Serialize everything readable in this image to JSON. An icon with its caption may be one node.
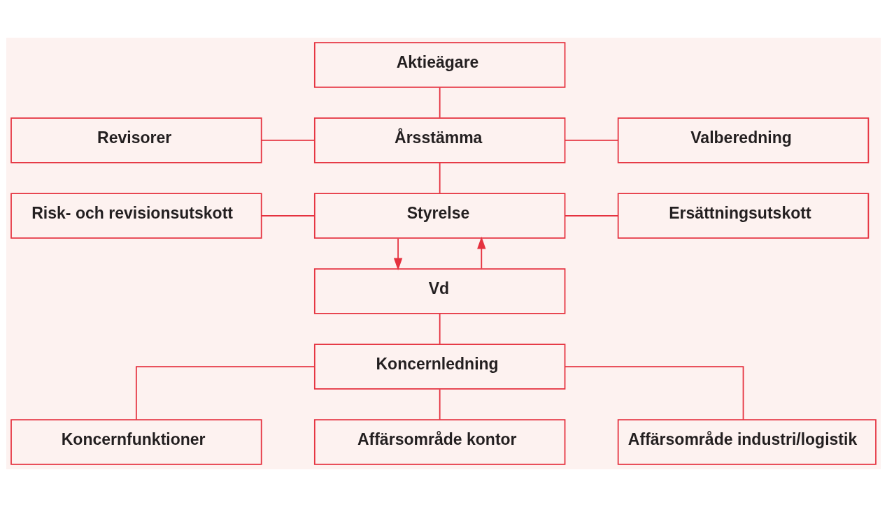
{
  "diagram": {
    "nodes": [
      {
        "text": [
          "Aktieägare"
        ]
      },
      {
        "text": [
          "Revisorer"
        ]
      },
      {
        "text": [
          "Årsstämma"
        ]
      },
      {
        "text": [
          "Valberedning"
        ]
      },
      {
        "text": [
          "Risk- och revisionsutskott"
        ]
      },
      {
        "text": [
          "Styrelse"
        ]
      },
      {
        "text": [
          "Ersättningsutskott"
        ]
      },
      {
        "text": [
          "Vd"
        ]
      },
      {
        "text": [
          "Koncernledning"
        ]
      },
      {
        "text": [
          "Koncernfunktioner"
        ]
      },
      {
        "text": [
          "Affärsområde kontor"
        ]
      },
      {
        "text": [
          "Affärsområde industri/logistik"
        ]
      }
    ],
    "edges": [
      {
        "from": 0,
        "to": 2,
        "arrow": "none"
      },
      {
        "from": 1,
        "to": 2,
        "arrow": "none"
      },
      {
        "from": 2,
        "to": 3,
        "arrow": "none"
      },
      {
        "from": 2,
        "to": 5,
        "arrow": "none"
      },
      {
        "from": 4,
        "to": 5,
        "arrow": "none"
      },
      {
        "from": 5,
        "to": 6,
        "arrow": "none"
      },
      {
        "from": 7,
        "to": 5,
        "arrow": "to"
      },
      {
        "from": 5,
        "to": 7,
        "arrow": "to"
      },
      {
        "from": 7,
        "to": 8,
        "arrow": "none"
      },
      {
        "from": 8,
        "to": 9,
        "arrow": "none"
      },
      {
        "from": 8,
        "to": 10,
        "arrow": "none"
      },
      {
        "from": 8,
        "to": 11,
        "arrow": "none"
      }
    ]
  }
}
